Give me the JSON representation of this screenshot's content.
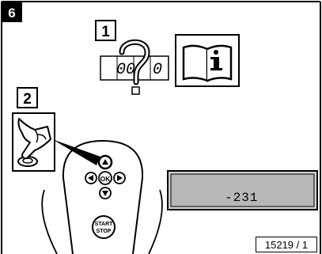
{
  "figure": {
    "number": "6",
    "callouts": {
      "one": "1",
      "two": "2"
    },
    "segment_display": "00",
    "remote": {
      "ok_label": "OK",
      "start_label": "START",
      "stop_label": "STOP"
    },
    "lcd_value": "-231",
    "reference": "15219 / 1"
  },
  "icons": [
    "question-mark-icon",
    "info-book-icon",
    "hand-press-icon",
    "remote-control-icon"
  ],
  "colors": {
    "lcd_fill": "#bdbdbd",
    "lcd_inner": "#a9a9a9",
    "ink": "#000000",
    "paper": "#ffffff"
  }
}
